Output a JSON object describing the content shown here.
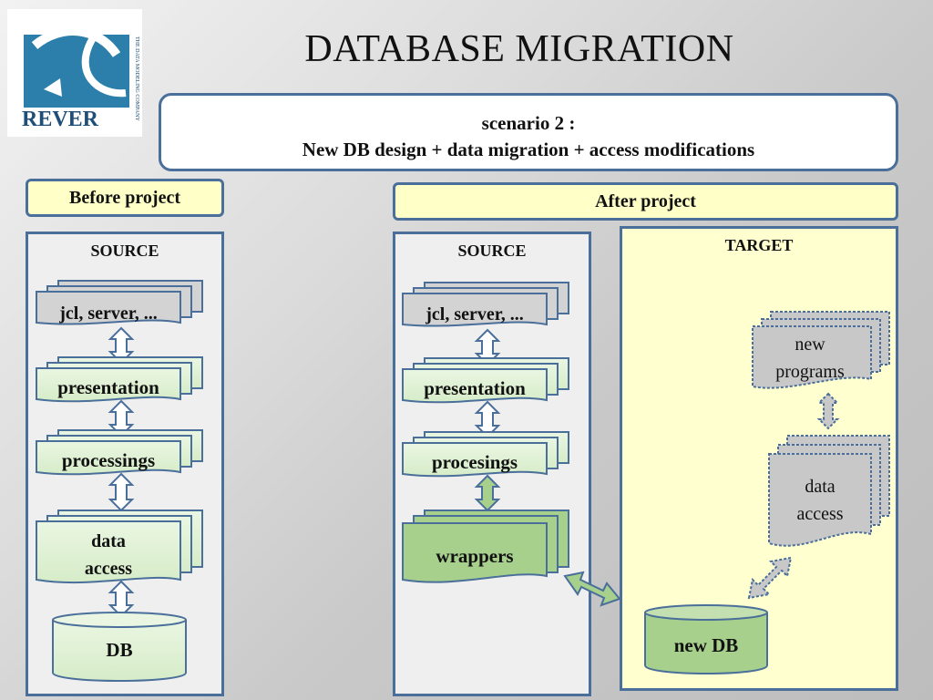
{
  "logo": {
    "text": "REVER",
    "tagline": "THE DATA MODELING COMPANY"
  },
  "title": "DATABASE MIGRATION",
  "scenario": {
    "line1": "scenario 2 :",
    "line2": "New DB design + data migration + access modifications"
  },
  "before": {
    "label": "Before project",
    "panel_title": "SOURCE",
    "items": [
      "jcl, server, ...",
      "presentation",
      "processings",
      "data",
      "access"
    ],
    "db": "DB"
  },
  "after": {
    "label": "After project",
    "source": {
      "panel_title": "SOURCE",
      "items": [
        "jcl, server, ...",
        "presentation",
        "procesings",
        "wrappers"
      ]
    },
    "target": {
      "panel_title": "TARGET",
      "items": [
        "new",
        "programs",
        "data",
        "access"
      ],
      "db": "new DB"
    }
  }
}
